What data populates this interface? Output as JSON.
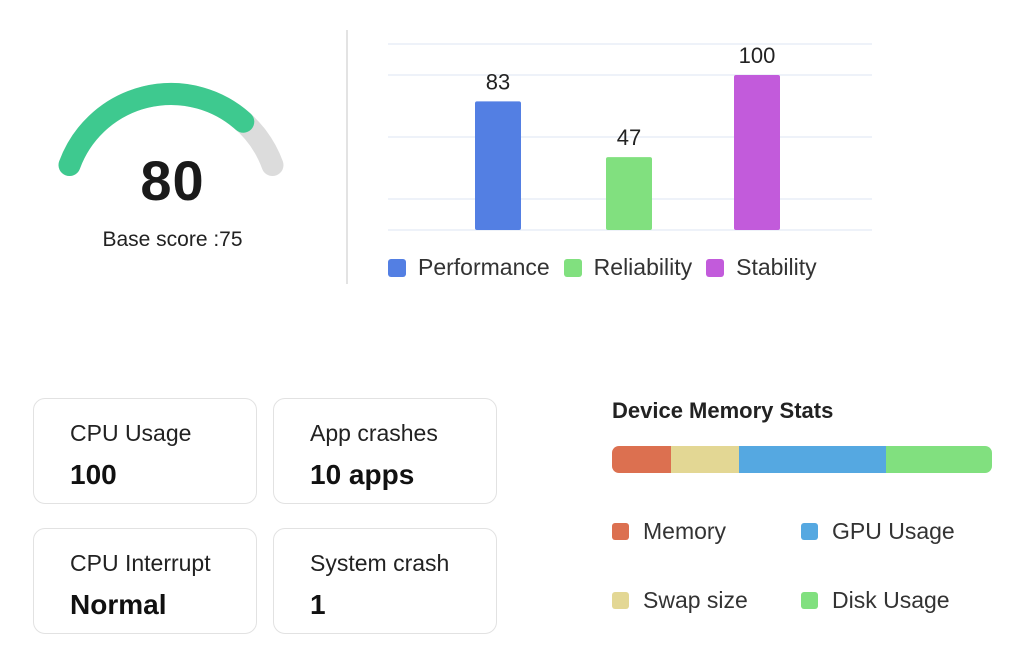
{
  "score": {
    "value": 80,
    "max": 100,
    "value_text": "80",
    "base_label": "Base score :75",
    "colors": {
      "fill": "#3ec98f",
      "track": "#dcdcdc"
    }
  },
  "chart_data": {
    "type": "bar",
    "categories": [
      "Performance",
      "Reliability",
      "Stability"
    ],
    "values": [
      83,
      47,
      100
    ],
    "value_labels": [
      "83",
      "47",
      "100"
    ],
    "colors": [
      "#537fe3",
      "#81e07f",
      "#c25bdb"
    ],
    "ylim": [
      0,
      120
    ],
    "grid": true,
    "legend": "bottom"
  },
  "legend": [
    {
      "label": "Performance",
      "color": "#537fe3"
    },
    {
      "label": "Reliability",
      "color": "#81e07f"
    },
    {
      "label": "Stability",
      "color": "#c25bdb"
    }
  ],
  "stats": [
    {
      "label": "CPU Usage",
      "value": "100"
    },
    {
      "label": "App crashes",
      "value": "10 apps"
    },
    {
      "label": "CPU Interrupt",
      "value": "Normal"
    },
    {
      "label": "System crash",
      "value": "1"
    }
  ],
  "memory": {
    "title": "Device Memory Stats",
    "segments": [
      {
        "label": "Memory",
        "color": "#dc7050",
        "fraction": 0.155
      },
      {
        "label": "Swap size",
        "color": "#e3d794",
        "fraction": 0.18
      },
      {
        "label": "GPU Usage",
        "color": "#55a8e1",
        "fraction": 0.385
      },
      {
        "label": "Disk Usage",
        "color": "#81e07f",
        "fraction": 0.28
      }
    ]
  }
}
